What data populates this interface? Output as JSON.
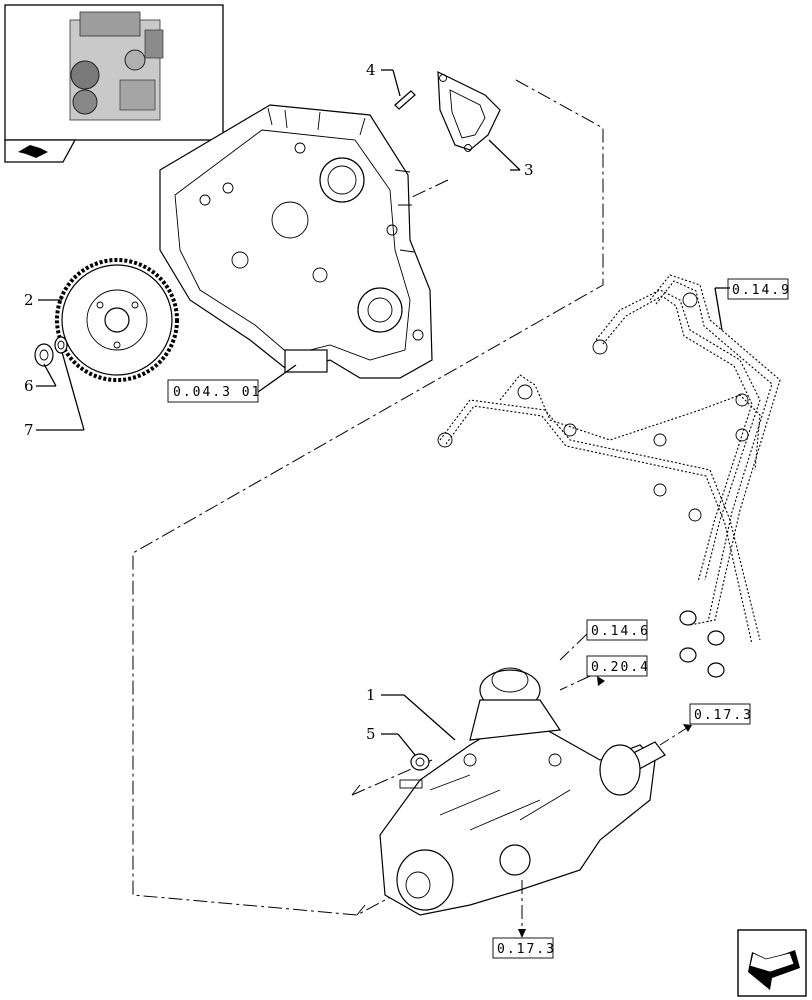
{
  "callouts": {
    "c1": "1",
    "c2": "2",
    "c3": "3",
    "c4": "4",
    "c5": "5",
    "c6": "6",
    "c7": "7"
  },
  "refs": {
    "r_0_04_3_01": "0.04.3 01",
    "r_0_14_9": "0.14.9",
    "r_0_14_6": "0.14.6",
    "r_0_20_4": "0.20.4",
    "r_0_17_3_right": "0.17.3",
    "r_0_17_3_bottom": "0.17.3"
  },
  "icons": {
    "thumbnail": "engine-thumbnail-icon",
    "nav_back": "back-arrow-icon",
    "nav_next": "next-page-arrow-icon"
  }
}
